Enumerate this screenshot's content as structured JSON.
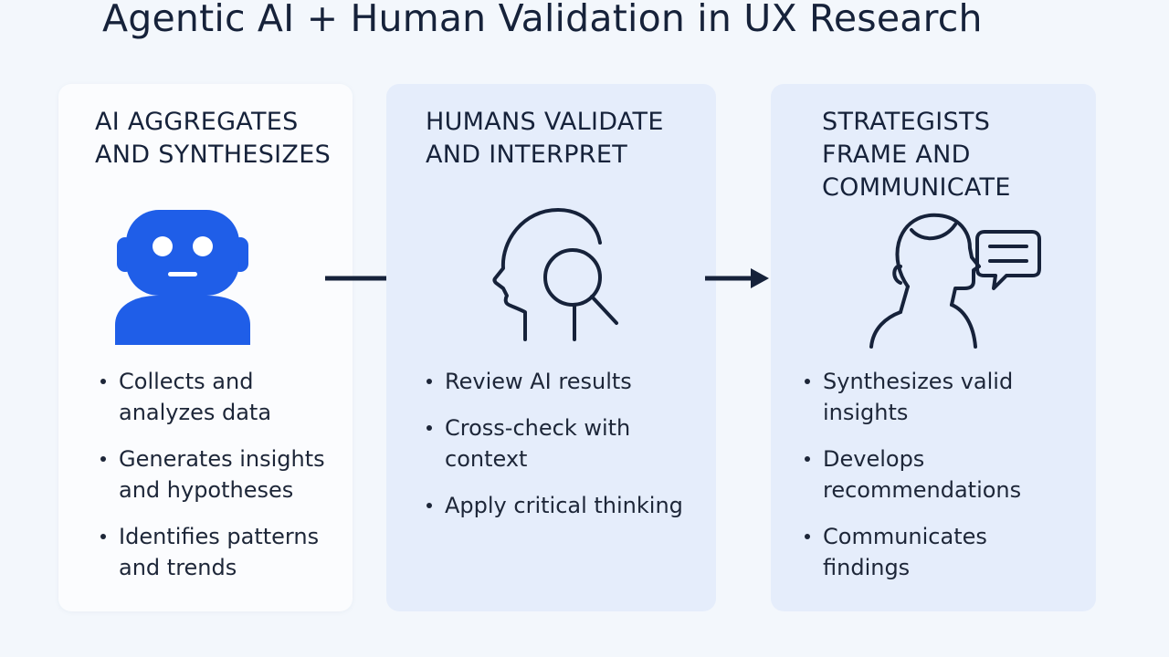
{
  "title": "Agentic AI + Human Validation in UX Research",
  "colors": {
    "accent": "#1f5ee8",
    "ink": "#16223a",
    "panel": "#e5edfb",
    "background": "#f3f7fc"
  },
  "columns": [
    {
      "heading": "AI AGGREGATES\nAND SYNTHESIZES",
      "icon": "robot-icon",
      "bullets": [
        "Collects and analyzes data",
        "Generates insights and hypotheses",
        "Identifies patterns and trends"
      ]
    },
    {
      "heading": "HUMANS VALIDATE\nAND INTERPRET",
      "icon": "head-magnifier-icon",
      "bullets": [
        "Review AI results",
        "Cross-check with context",
        "Apply critical thinking"
      ]
    },
    {
      "heading": "STRATEGISTS\nFRAME AND\nCOMMUNICATE",
      "icon": "person-speech-bubble-icon",
      "bullets": [
        "Synthesizes valid insights",
        "Develops recommendations",
        "Communicates findings"
      ]
    }
  ],
  "arrows": [
    "arrow-right-icon",
    "arrow-right-icon"
  ]
}
